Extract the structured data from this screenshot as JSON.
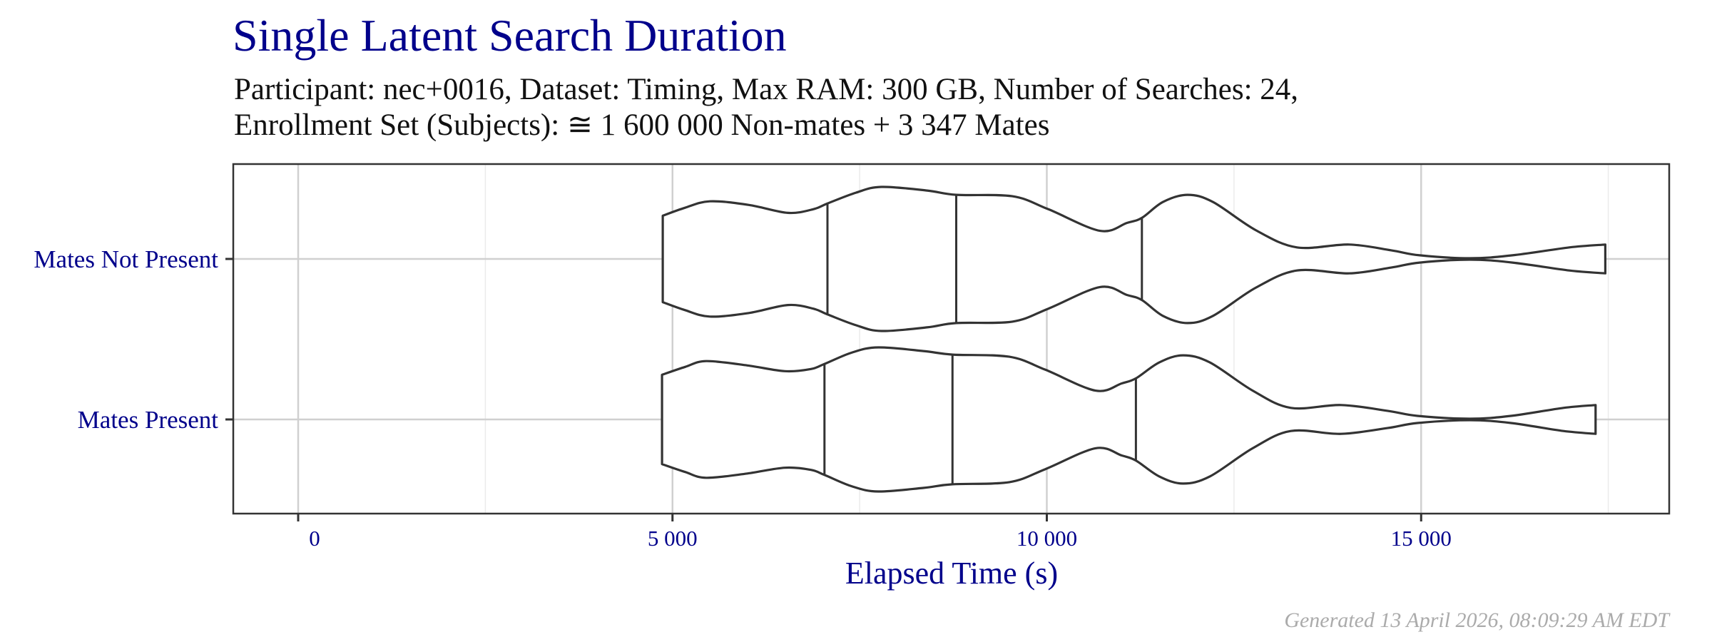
{
  "header": {
    "title": "Single Latent Search Duration",
    "subtitle_line1": "Participant: nec+0016, Dataset: Timing, Max RAM: 300 GB, Number of Searches: 24,",
    "subtitle_line2": "Enrollment Set (Subjects): ≅ 1 600 000 Non-mates + 3 347 Mates"
  },
  "footer": {
    "generated": "Generated 13 April 2026, 08:09:29 AM EDT"
  },
  "colors": {
    "title": "#00008B",
    "axis_text": "#00008B",
    "violin_stroke": "#333333",
    "grid_major": "#d0d0d0",
    "grid_minor": "#ebebeb",
    "panel_border": "#333333",
    "footer": "#ababab"
  },
  "chart_data": {
    "type": "violin",
    "orientation": "horizontal",
    "title": "Single Latent Search Duration",
    "subtitle": "Participant: nec+0016, Dataset: Timing, Max RAM: 300 GB, Number of Searches: 24, Enrollment Set (Subjects): ≅ 1 600 000 Non-mates + 3 347 Mates",
    "xlabel": "Elapsed Time (s)",
    "ylabel": "",
    "xlim": [
      -870,
      18400
    ],
    "x_ticks": [
      0,
      5000,
      10000,
      15000
    ],
    "x_tick_labels": [
      "0",
      "5 000",
      "10 000",
      "15 000"
    ],
    "x_minor_ticks": [
      2500,
      7500,
      12500,
      17500
    ],
    "categories": [
      "Mates Not Present",
      "Mates Present"
    ],
    "grid": true,
    "legend": null,
    "series": [
      {
        "name": "Mates Not Present",
        "min": 4870,
        "q1": 7070,
        "median": 8790,
        "q3": 11270,
        "max": 17460,
        "density_profile": [
          [
            4870,
            0.6
          ],
          [
            5165,
            0.71
          ],
          [
            5500,
            0.8
          ],
          [
            6020,
            0.75
          ],
          [
            6540,
            0.64
          ],
          [
            6880,
            0.69
          ],
          [
            7070,
            0.77
          ],
          [
            7450,
            0.92
          ],
          [
            7790,
            1.0
          ],
          [
            8400,
            0.95
          ],
          [
            8790,
            0.89
          ],
          [
            9540,
            0.87
          ],
          [
            10020,
            0.69
          ],
          [
            10710,
            0.39
          ],
          [
            11070,
            0.5
          ],
          [
            11270,
            0.57
          ],
          [
            11550,
            0.79
          ],
          [
            11880,
            0.89
          ],
          [
            12220,
            0.79
          ],
          [
            12790,
            0.4
          ],
          [
            13340,
            0.16
          ],
          [
            14040,
            0.2
          ],
          [
            14600,
            0.12
          ],
          [
            14980,
            0.05
          ],
          [
            15650,
            0.01
          ],
          [
            16220,
            0.05
          ],
          [
            16980,
            0.16
          ],
          [
            17460,
            0.2
          ]
        ]
      },
      {
        "name": "Mates Present",
        "min": 4860,
        "q1": 7030,
        "median": 8740,
        "q3": 11190,
        "max": 17330,
        "density_profile": [
          [
            4860,
            0.62
          ],
          [
            5170,
            0.73
          ],
          [
            5450,
            0.81
          ],
          [
            6000,
            0.75
          ],
          [
            6500,
            0.67
          ],
          [
            6850,
            0.7
          ],
          [
            7030,
            0.77
          ],
          [
            7400,
            0.93
          ],
          [
            7750,
            1.0
          ],
          [
            8350,
            0.95
          ],
          [
            8740,
            0.9
          ],
          [
            9500,
            0.87
          ],
          [
            9980,
            0.69
          ],
          [
            10650,
            0.4
          ],
          [
            11000,
            0.5
          ],
          [
            11190,
            0.57
          ],
          [
            11500,
            0.79
          ],
          [
            11820,
            0.89
          ],
          [
            12180,
            0.79
          ],
          [
            12750,
            0.4
          ],
          [
            13260,
            0.16
          ],
          [
            13930,
            0.2
          ],
          [
            14550,
            0.12
          ],
          [
            14950,
            0.05
          ],
          [
            15650,
            0.01
          ],
          [
            16200,
            0.05
          ],
          [
            16900,
            0.16
          ],
          [
            17330,
            0.2
          ]
        ]
      }
    ]
  }
}
